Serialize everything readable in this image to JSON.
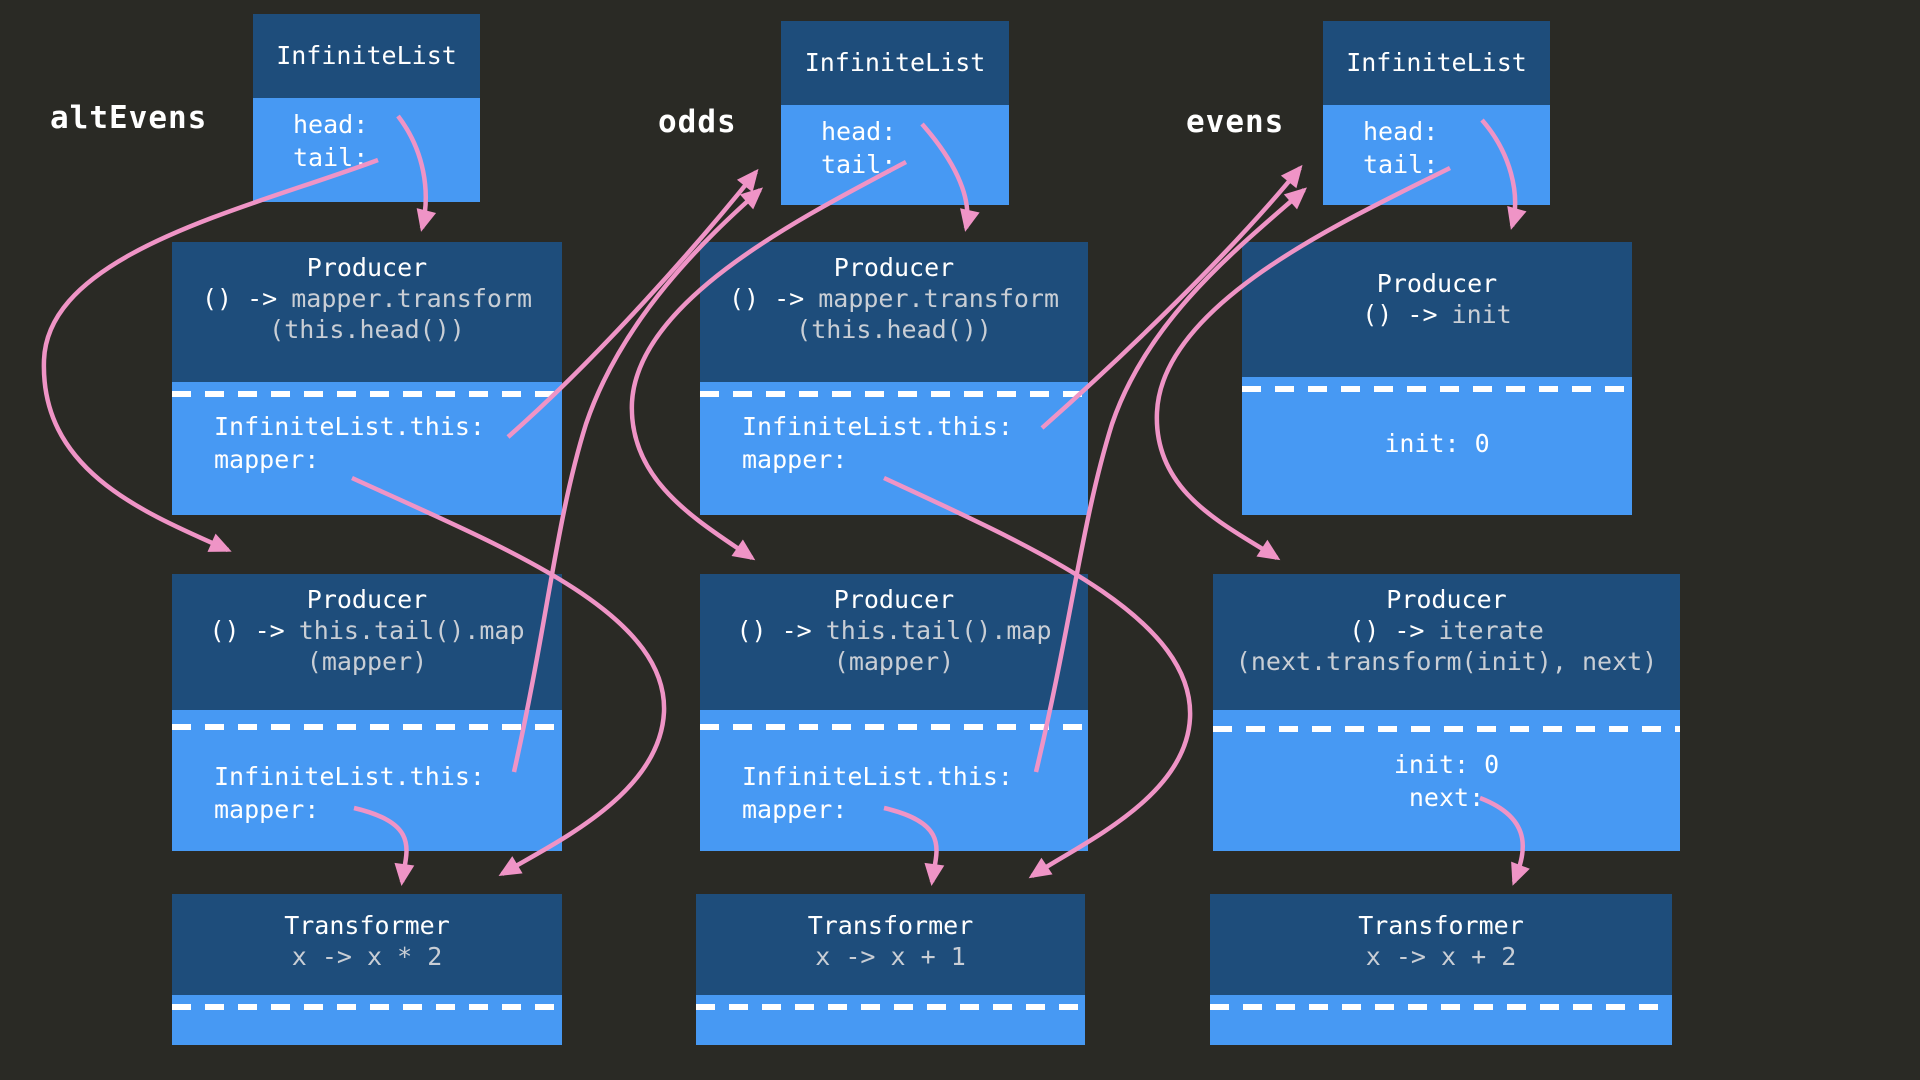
{
  "colors": {
    "background": "#2a2a25",
    "box_header": "#1e4d7b",
    "box_body": "#4799f3",
    "arrow": "#ef94c6",
    "code_text": "#c9ced5",
    "label_text": "#ffffff"
  },
  "columns": [
    {
      "label": "altEvens",
      "infinite_list": {
        "title": "InfiniteList",
        "fields": [
          "head:",
          "tail:"
        ]
      },
      "head_producer": {
        "title": "Producer",
        "code_prefix": "() ->",
        "code_lines": [
          "mapper.transform",
          "(this.head())"
        ],
        "fields": [
          "InfiniteList.this:",
          "mapper:"
        ]
      },
      "tail_producer": {
        "title": "Producer",
        "code_prefix": "() ->",
        "code_lines": [
          "this.tail().map",
          "(mapper)"
        ],
        "fields": [
          "InfiniteList.this:",
          "mapper:"
        ]
      },
      "transformer": {
        "title": "Transformer",
        "code": "x -> x * 2"
      }
    },
    {
      "label": "odds",
      "infinite_list": {
        "title": "InfiniteList",
        "fields": [
          "head:",
          "tail:"
        ]
      },
      "head_producer": {
        "title": "Producer",
        "code_prefix": "() ->",
        "code_lines": [
          "mapper.transform",
          "(this.head())"
        ],
        "fields": [
          "InfiniteList.this:",
          "mapper:"
        ]
      },
      "tail_producer": {
        "title": "Producer",
        "code_prefix": "() ->",
        "code_lines": [
          "this.tail().map",
          "(mapper)"
        ],
        "fields": [
          "InfiniteList.this:",
          "mapper:"
        ]
      },
      "transformer": {
        "title": "Transformer",
        "code": "x -> x + 1"
      }
    },
    {
      "label": "evens",
      "infinite_list": {
        "title": "InfiniteList",
        "fields": [
          "head:",
          "tail:"
        ]
      },
      "head_producer": {
        "title": "Producer",
        "code_prefix": "() ->",
        "code_lines": [
          "init"
        ],
        "fields": [
          "init: 0"
        ]
      },
      "tail_producer": {
        "title": "Producer",
        "code_prefix": "() ->",
        "code_lines": [
          "iterate",
          "(next.transform(init), next)"
        ],
        "fields": [
          "init: 0",
          "next:"
        ]
      },
      "transformer": {
        "title": "Transformer",
        "code": "x -> x + 2"
      }
    }
  ]
}
